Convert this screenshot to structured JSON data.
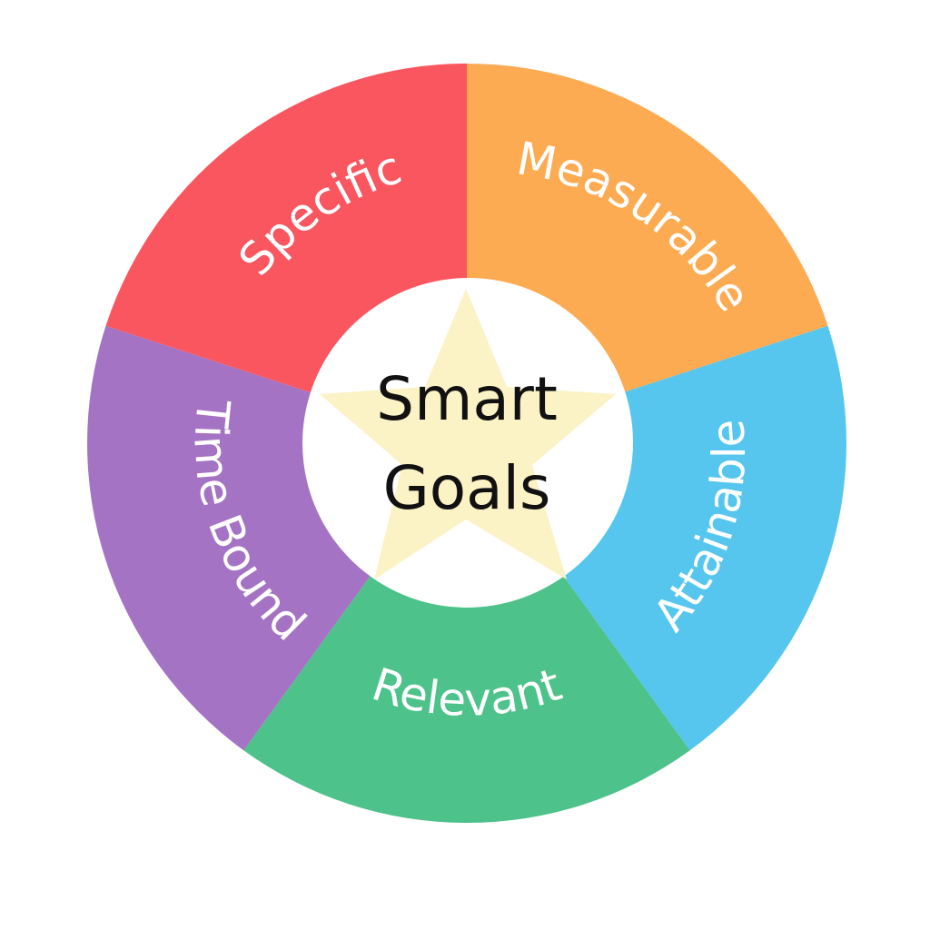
{
  "diagram": {
    "title": "Smart Goals",
    "center": {
      "line1": "Smart",
      "line2": "Goals",
      "star_color": "#FBF2C6",
      "bg_color": "#FFFFFF",
      "star_icon": "star-icon"
    },
    "segments": [
      {
        "label": "Measurable",
        "color": "#FCAB53",
        "start_deg": 0,
        "end_deg": 72
      },
      {
        "label": "Attainable",
        "color": "#56C6EF",
        "start_deg": 72,
        "end_deg": 144
      },
      {
        "label": "Relevant",
        "color": "#4DC28A",
        "start_deg": 144,
        "end_deg": 216
      },
      {
        "label": "Time Bound",
        "color": "#A573C3",
        "start_deg": 216,
        "end_deg": 288
      },
      {
        "label": "Specific",
        "color": "#F95660",
        "start_deg": 288,
        "end_deg": 360
      }
    ]
  }
}
